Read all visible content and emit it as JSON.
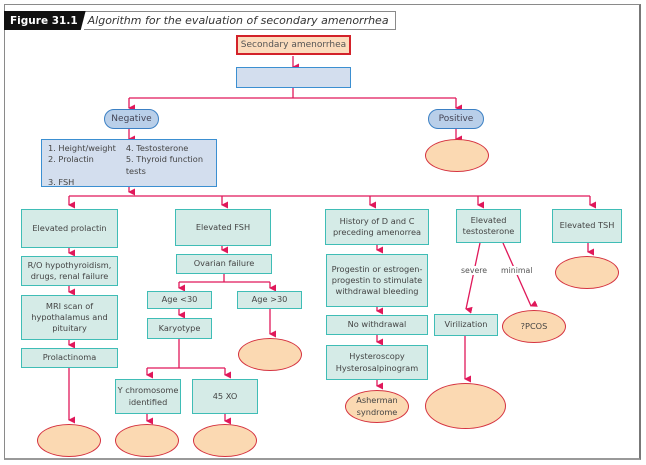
{
  "figure": {
    "label": "Figure 31.1",
    "title": "Algorithm for the evaluation of secondary amenorrhea"
  },
  "colors": {
    "connector": "#e0185a",
    "start_fill": "#fbdcbd",
    "start_border": "#d3222a",
    "process_fill": "#d5ebe7",
    "process_border": "#3fbdb6",
    "test_fill": "#d3deee",
    "test_border": "#3b8fd1",
    "outcome_fill": "#fbd9b2",
    "outcome_border": "#d53340"
  },
  "nodes": {
    "start": "Secondary amenorrhea",
    "pregnancy_test": "",
    "negative": "Negative",
    "positive": "Positive",
    "positive_outcome": "",
    "tests": [
      "1. Height/weight",
      "4. Testosterone",
      "2. Prolactin",
      "5. Thyroid function tests",
      "3. FSH",
      ""
    ],
    "col_prolactin": {
      "header": "Elevated prolactin",
      "step1": "R/O hypothyroidism, drugs, renal failure",
      "step2": "MRI scan of hypothalamus and pituitary",
      "step3": "Prolactinoma",
      "outcome": ""
    },
    "col_fsh": {
      "header": "Elevated FSH",
      "step1": "Ovarian failure",
      "age_lt": "Age <30",
      "age_gt": "Age >30",
      "age_gt_outcome": "",
      "karyotype": "Karyotype",
      "y_chrom": "Y chromosome identified",
      "xo": "45 XO",
      "y_chrom_outcome": "",
      "xo_outcome": ""
    },
    "col_dc": {
      "header": "History of D and C preceding amenorrea",
      "step1": "Progestin or estrogen-progestin to stimulate withdrawal bleeding",
      "step2": "No withdrawal",
      "step3": "Hysteroscopy Hysterosalpinogram",
      "outcome": "Asherman syndrome"
    },
    "col_testosterone": {
      "header": "Elevated testosterone",
      "severe_label": "severe",
      "minimal_label": "minimal",
      "virilization": "Virilization",
      "pcos": "?PCOS",
      "virilization_outcome": ""
    },
    "col_tsh": {
      "header": "Elevated TSH",
      "outcome": ""
    }
  }
}
